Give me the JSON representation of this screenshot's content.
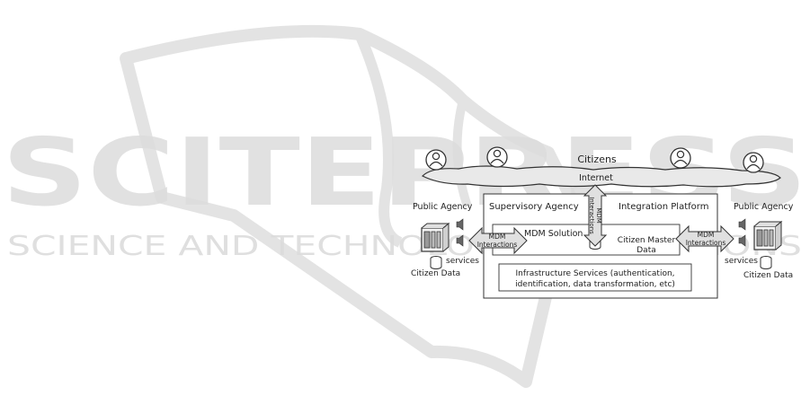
{
  "watermark": {
    "brand": "SCITEPRESS",
    "tagline": "SCIENCE AND TECHNOLOGY PUBLICATIONS"
  },
  "diagram": {
    "citizens": "Citizens",
    "internet": "Internet",
    "supervisory_agency": "Supervisory Agency",
    "integration_platform": "Integration Platform",
    "mdm_solution": "MDM Solution",
    "citizen_master_data_line1": "Citizen Master",
    "citizen_master_data_line2": "Data",
    "mdm_interactions_vertical_line1": "MDM",
    "mdm_interactions_vertical_line2": "Interactions",
    "mdm_interactions_left_line1": "MDM",
    "mdm_interactions_left_line2": "Interactions",
    "mdm_interactions_right_line1": "MDM",
    "mdm_interactions_right_line2": "Interactions",
    "infrastructure_line1": "Infrastructure Services (authentication,",
    "infrastructure_line2": "identification, data transformation, etc)",
    "public_agency_left": "Public Agency",
    "public_agency_right": "Public Agency",
    "services_left": "services",
    "services_right": "services",
    "citizen_data_left": "Citizen Data",
    "citizen_data_right": "Citizen Data"
  },
  "colors": {
    "watermark": "#dcdcdc",
    "stroke": "#333333",
    "cloud_fill": "#e9e9e9",
    "box_fill": "#ffffff",
    "arrow_fill": "#e0e0e0"
  }
}
